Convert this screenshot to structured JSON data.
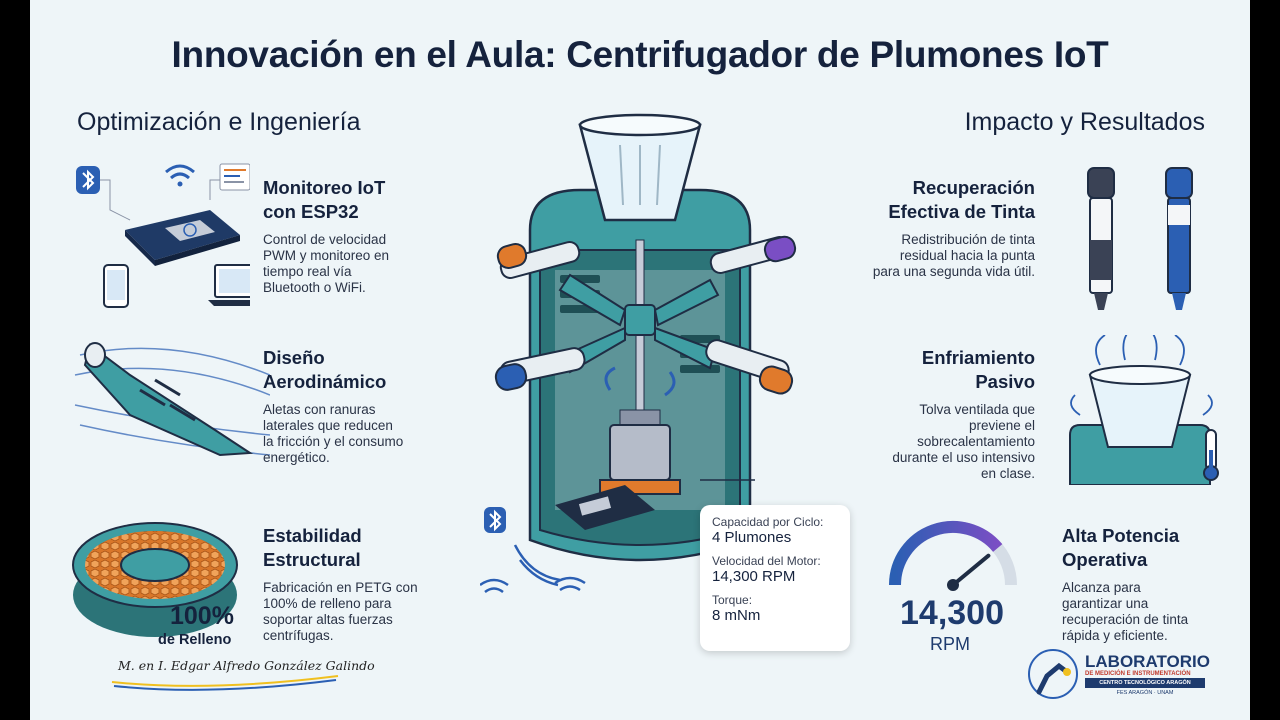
{
  "title": "Innovación en el Aula: Centrifugador de Plumones IoT",
  "left_section": {
    "heading": "Optimización e Ingeniería",
    "features": [
      {
        "title_l1": "Monitoreo IoT",
        "title_l2": "con ESP32",
        "desc": [
          "Control de velocidad",
          "PWM y monitoreo en",
          "tiempo real vía",
          "Bluetooth o WiFi."
        ]
      },
      {
        "title_l1": "Diseño",
        "title_l2": "Aerodinámico",
        "desc": [
          "Aletas con ranuras",
          "laterales que reducen",
          "la fricción y el consumo",
          "energético."
        ]
      },
      {
        "title_l1": "Estabilidad",
        "title_l2": "Estructural",
        "desc": [
          "Fabricación en PETG con",
          "100% de relleno para",
          "soportar altas fuerzas",
          "centrífugas."
        ]
      }
    ],
    "infill_percent": "100%",
    "infill_label": "de Relleno"
  },
  "right_section": {
    "heading": "Impacto y Resultados",
    "features": [
      {
        "title_l1": "Recuperación",
        "title_l2": "Efectiva de Tinta",
        "desc": [
          "Redistribución de tinta",
          "residual hacia la punta",
          "para una segunda vida útil."
        ]
      },
      {
        "title_l1": "Enfriamiento",
        "title_l2": "Pasivo",
        "desc": [
          "Tolva ventilada que",
          "previene el",
          "sobrecalentamiento",
          "durante el uso intensivo",
          "en clase."
        ]
      },
      {
        "title_l1": "Alta Potencia",
        "title_l2": "Operativa",
        "desc": [
          "Alcanza para",
          "garantizar una",
          "recuperación de tinta",
          "rápida y eficiente."
        ]
      }
    ],
    "gauge": {
      "value": "14,300",
      "unit": "RPM",
      "level": 0.78
    }
  },
  "specs": [
    {
      "label": "Capacidad por Ciclo:",
      "value": "4 Plumones"
    },
    {
      "label": "Velocidad del Motor:",
      "value": "14,300 RPM"
    },
    {
      "label": "Torque:",
      "value": "8 mNm"
    }
  ],
  "signature": "M. en I. Edgar Alfredo González Galindo",
  "lab": {
    "title": "LABORATORIO",
    "line1": "DE MEDICIÓN E INSTRUMENTACIÓN",
    "line2": "CENTRO TECNOLÓGICO ARAGÓN",
    "line3": "FES ARAGÓN · UNAM"
  },
  "colors": {
    "teal": "#3f9ea3",
    "teal_dark": "#2c7478",
    "navy": "#15223d",
    "accent_blue": "#2b5fb3",
    "orange": "#e07a2c",
    "purple": "#7a4ec4"
  }
}
